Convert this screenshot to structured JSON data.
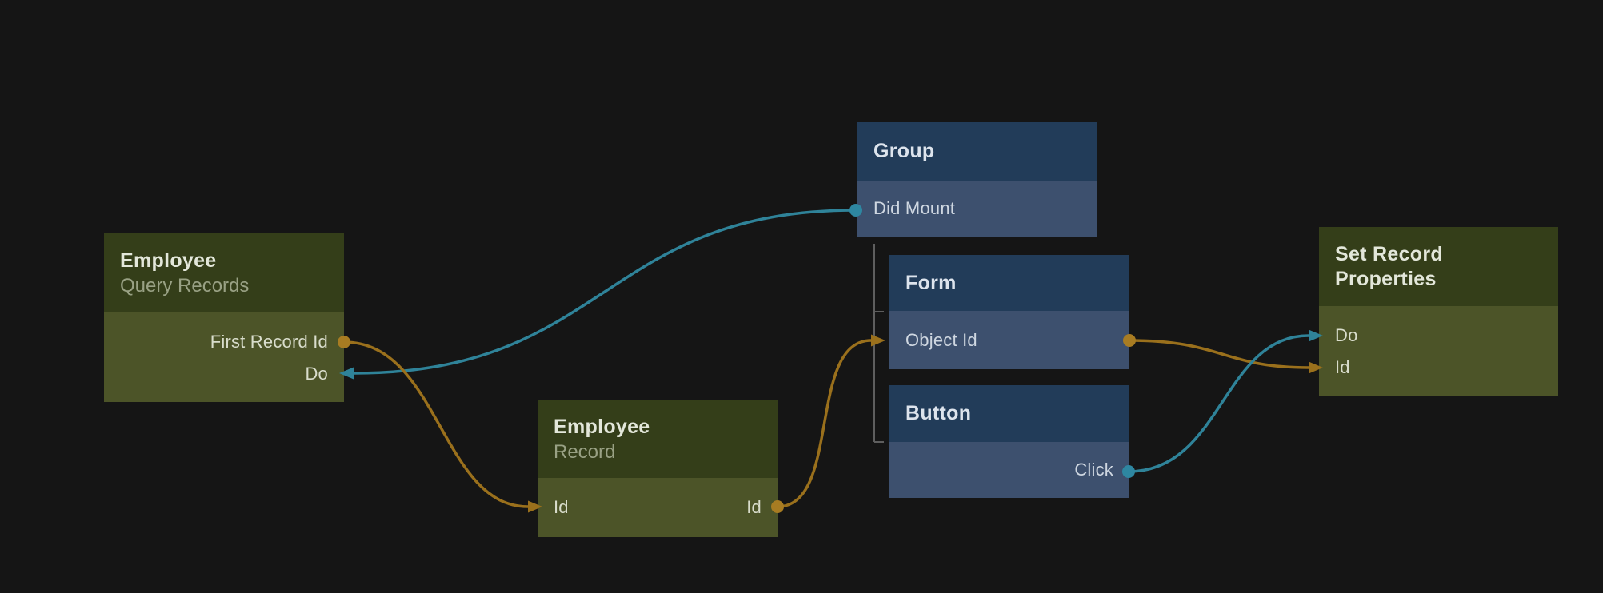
{
  "palette": {
    "background": "#151515",
    "node_green_header": "#343e19",
    "node_green_body": "#4c5428",
    "node_blue_header": "#223c59",
    "node_blue_body": "#3d506e",
    "wire_amber": "#9a701c",
    "wire_amber_dot": "#a87c22",
    "wire_teal": "#2f8399",
    "wire_teal_dot": "#2e87a1",
    "hierarchy_line": "#5e5e5e"
  },
  "nodes": [
    {
      "title": "Employee",
      "subtitle": "Query Records",
      "color": "green",
      "ports": [
        {
          "label": "First Record Id",
          "direction": "output",
          "side": "right",
          "wire_color": "amber"
        },
        {
          "label": "Do",
          "direction": "input",
          "side": "right",
          "wire_color": "teal"
        }
      ]
    },
    {
      "title": "Group",
      "color": "blue",
      "ports": [
        {
          "label": "Did Mount",
          "direction": "output",
          "side": "left",
          "wire_color": "teal"
        }
      ]
    },
    {
      "title": "Form",
      "color": "blue",
      "ports": [
        {
          "label": "Object Id",
          "direction": "input-output",
          "side": "left",
          "wire_color": "amber"
        }
      ]
    },
    {
      "title": "Button",
      "color": "blue",
      "ports": [
        {
          "label": "Click",
          "direction": "output",
          "side": "right",
          "wire_color": "teal"
        }
      ]
    },
    {
      "title": "Employee",
      "subtitle": "Record",
      "color": "green",
      "ports": [
        {
          "label": "Id",
          "direction": "input",
          "side": "left",
          "wire_color": "amber"
        },
        {
          "label": "Id",
          "direction": "output",
          "side": "right",
          "wire_color": "amber"
        }
      ]
    },
    {
      "title": "Set Record Properties",
      "color": "green",
      "ports": [
        {
          "label": "Do",
          "direction": "input",
          "side": "left",
          "wire_color": "teal"
        },
        {
          "label": "Id",
          "direction": "input",
          "side": "left",
          "wire_color": "amber"
        }
      ]
    }
  ],
  "edges": [
    {
      "from": "Group / Did Mount",
      "to": "Employee Query Records / Do",
      "color": "teal"
    },
    {
      "from": "Employee Query Records / First Record Id",
      "to": "Employee Record / Id",
      "color": "amber"
    },
    {
      "from": "Employee Record / Id",
      "to": "Form / Object Id",
      "color": "amber"
    },
    {
      "from": "Form / Object Id",
      "to": "Set Record Properties / Id",
      "color": "amber"
    },
    {
      "from": "Button / Click",
      "to": "Set Record Properties / Do",
      "color": "teal"
    }
  ],
  "hierarchy": {
    "parent": "Group",
    "children": [
      "Form",
      "Button"
    ]
  }
}
